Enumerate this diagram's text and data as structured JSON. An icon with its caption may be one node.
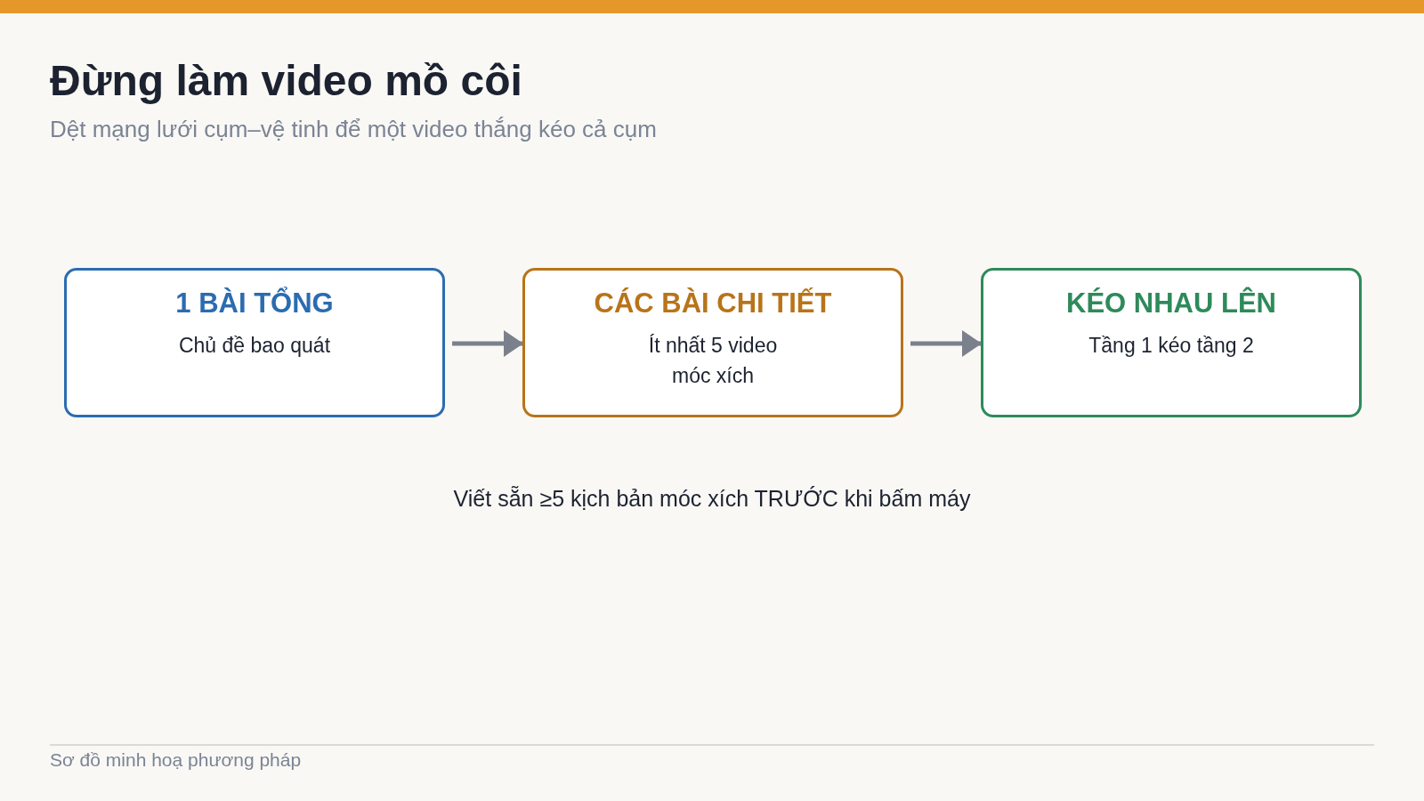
{
  "diagram": {
    "title": "Đừng làm video mồ côi",
    "caption": "Dệt mạng lưới cụm–vệ tinh để một video thắng kéo cả cụm",
    "nodes": [
      {
        "text": [
          "1 BÀI TỔNG",
          "Chủ đề bao quát"
        ]
      },
      {
        "text": [
          "CÁC BÀI CHI TIẾT",
          "Ít nhất 5 video móc xích"
        ]
      },
      {
        "text": [
          "KÉO NHAU LÊN",
          "Tầng 1 kéo tầng 2"
        ]
      }
    ],
    "edges": [
      {
        "from": 0,
        "to": 1,
        "arrow": "to"
      },
      {
        "from": 1,
        "to": 2,
        "arrow": "to"
      }
    ],
    "labels": [
      "Viết sẵn ≥5 kịch bản móc xích TRƯỚC khi bấm máy",
      "Sơ đồ minh hoạ phương pháp"
    ]
  }
}
